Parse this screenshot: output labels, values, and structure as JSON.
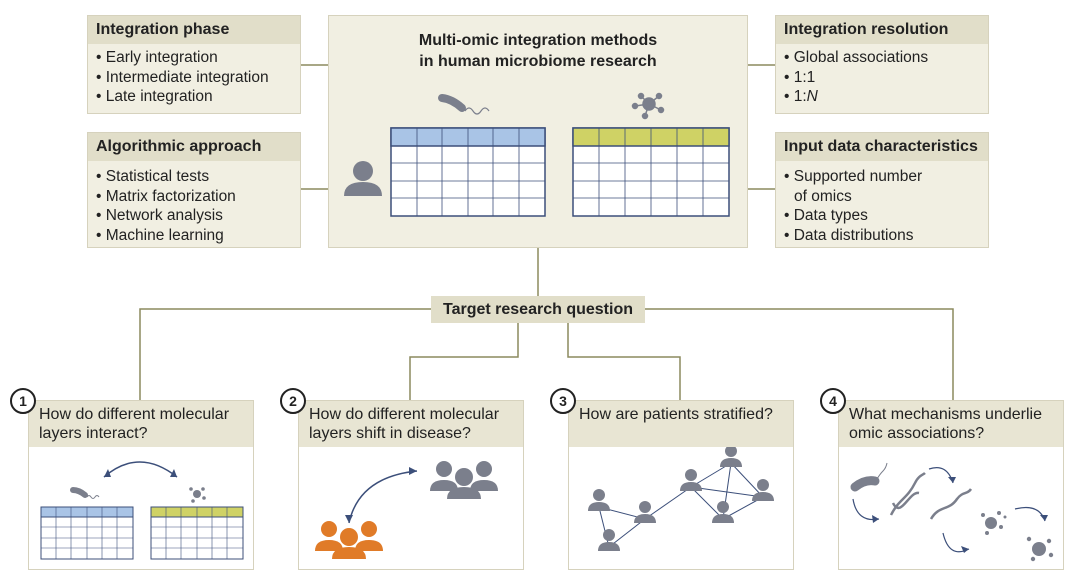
{
  "center": {
    "title_line1": "Multi-omic integration methods",
    "title_line2": "in human microbiome research"
  },
  "integration_phase": {
    "title": "Integration phase",
    "items": [
      "Early integration",
      "Intermediate integration",
      "Late integration"
    ]
  },
  "algorithmic_approach": {
    "title": "Algorithmic approach",
    "items": [
      "Statistical tests",
      "Matrix factorization",
      "Network analysis",
      "Machine learning"
    ]
  },
  "integration_resolution": {
    "title": "Integration resolution",
    "items": [
      "Global associations",
      "1:1",
      "1:"
    ],
    "item3_italic": "N"
  },
  "input_data": {
    "title": "Input data characteristics",
    "items": [
      "Supported number",
      "Data types",
      "Data distributions"
    ],
    "item1_cont": "of omics"
  },
  "target": "Target research question",
  "questions": [
    {
      "number": "1",
      "line1": "How do different molecular",
      "line2": "layers interact?"
    },
    {
      "number": "2",
      "line1": "How do different molecular",
      "line2": "layers shift in disease?"
    },
    {
      "number": "3",
      "line1": "How are patients stratified?",
      "line2": ""
    },
    {
      "number": "4",
      "line1": "What mechanisms underlie",
      "line2": "omic associations?"
    }
  ],
  "colors": {
    "panel": "#f1efe2",
    "header": "#e1dec9",
    "line": "#8c8a5e",
    "blue": "#a9c4e6",
    "yellow": "#cfd265",
    "table_border": "#3c4f7a",
    "icon_gray": "#7b7f8c",
    "orange": "#e07b28"
  }
}
